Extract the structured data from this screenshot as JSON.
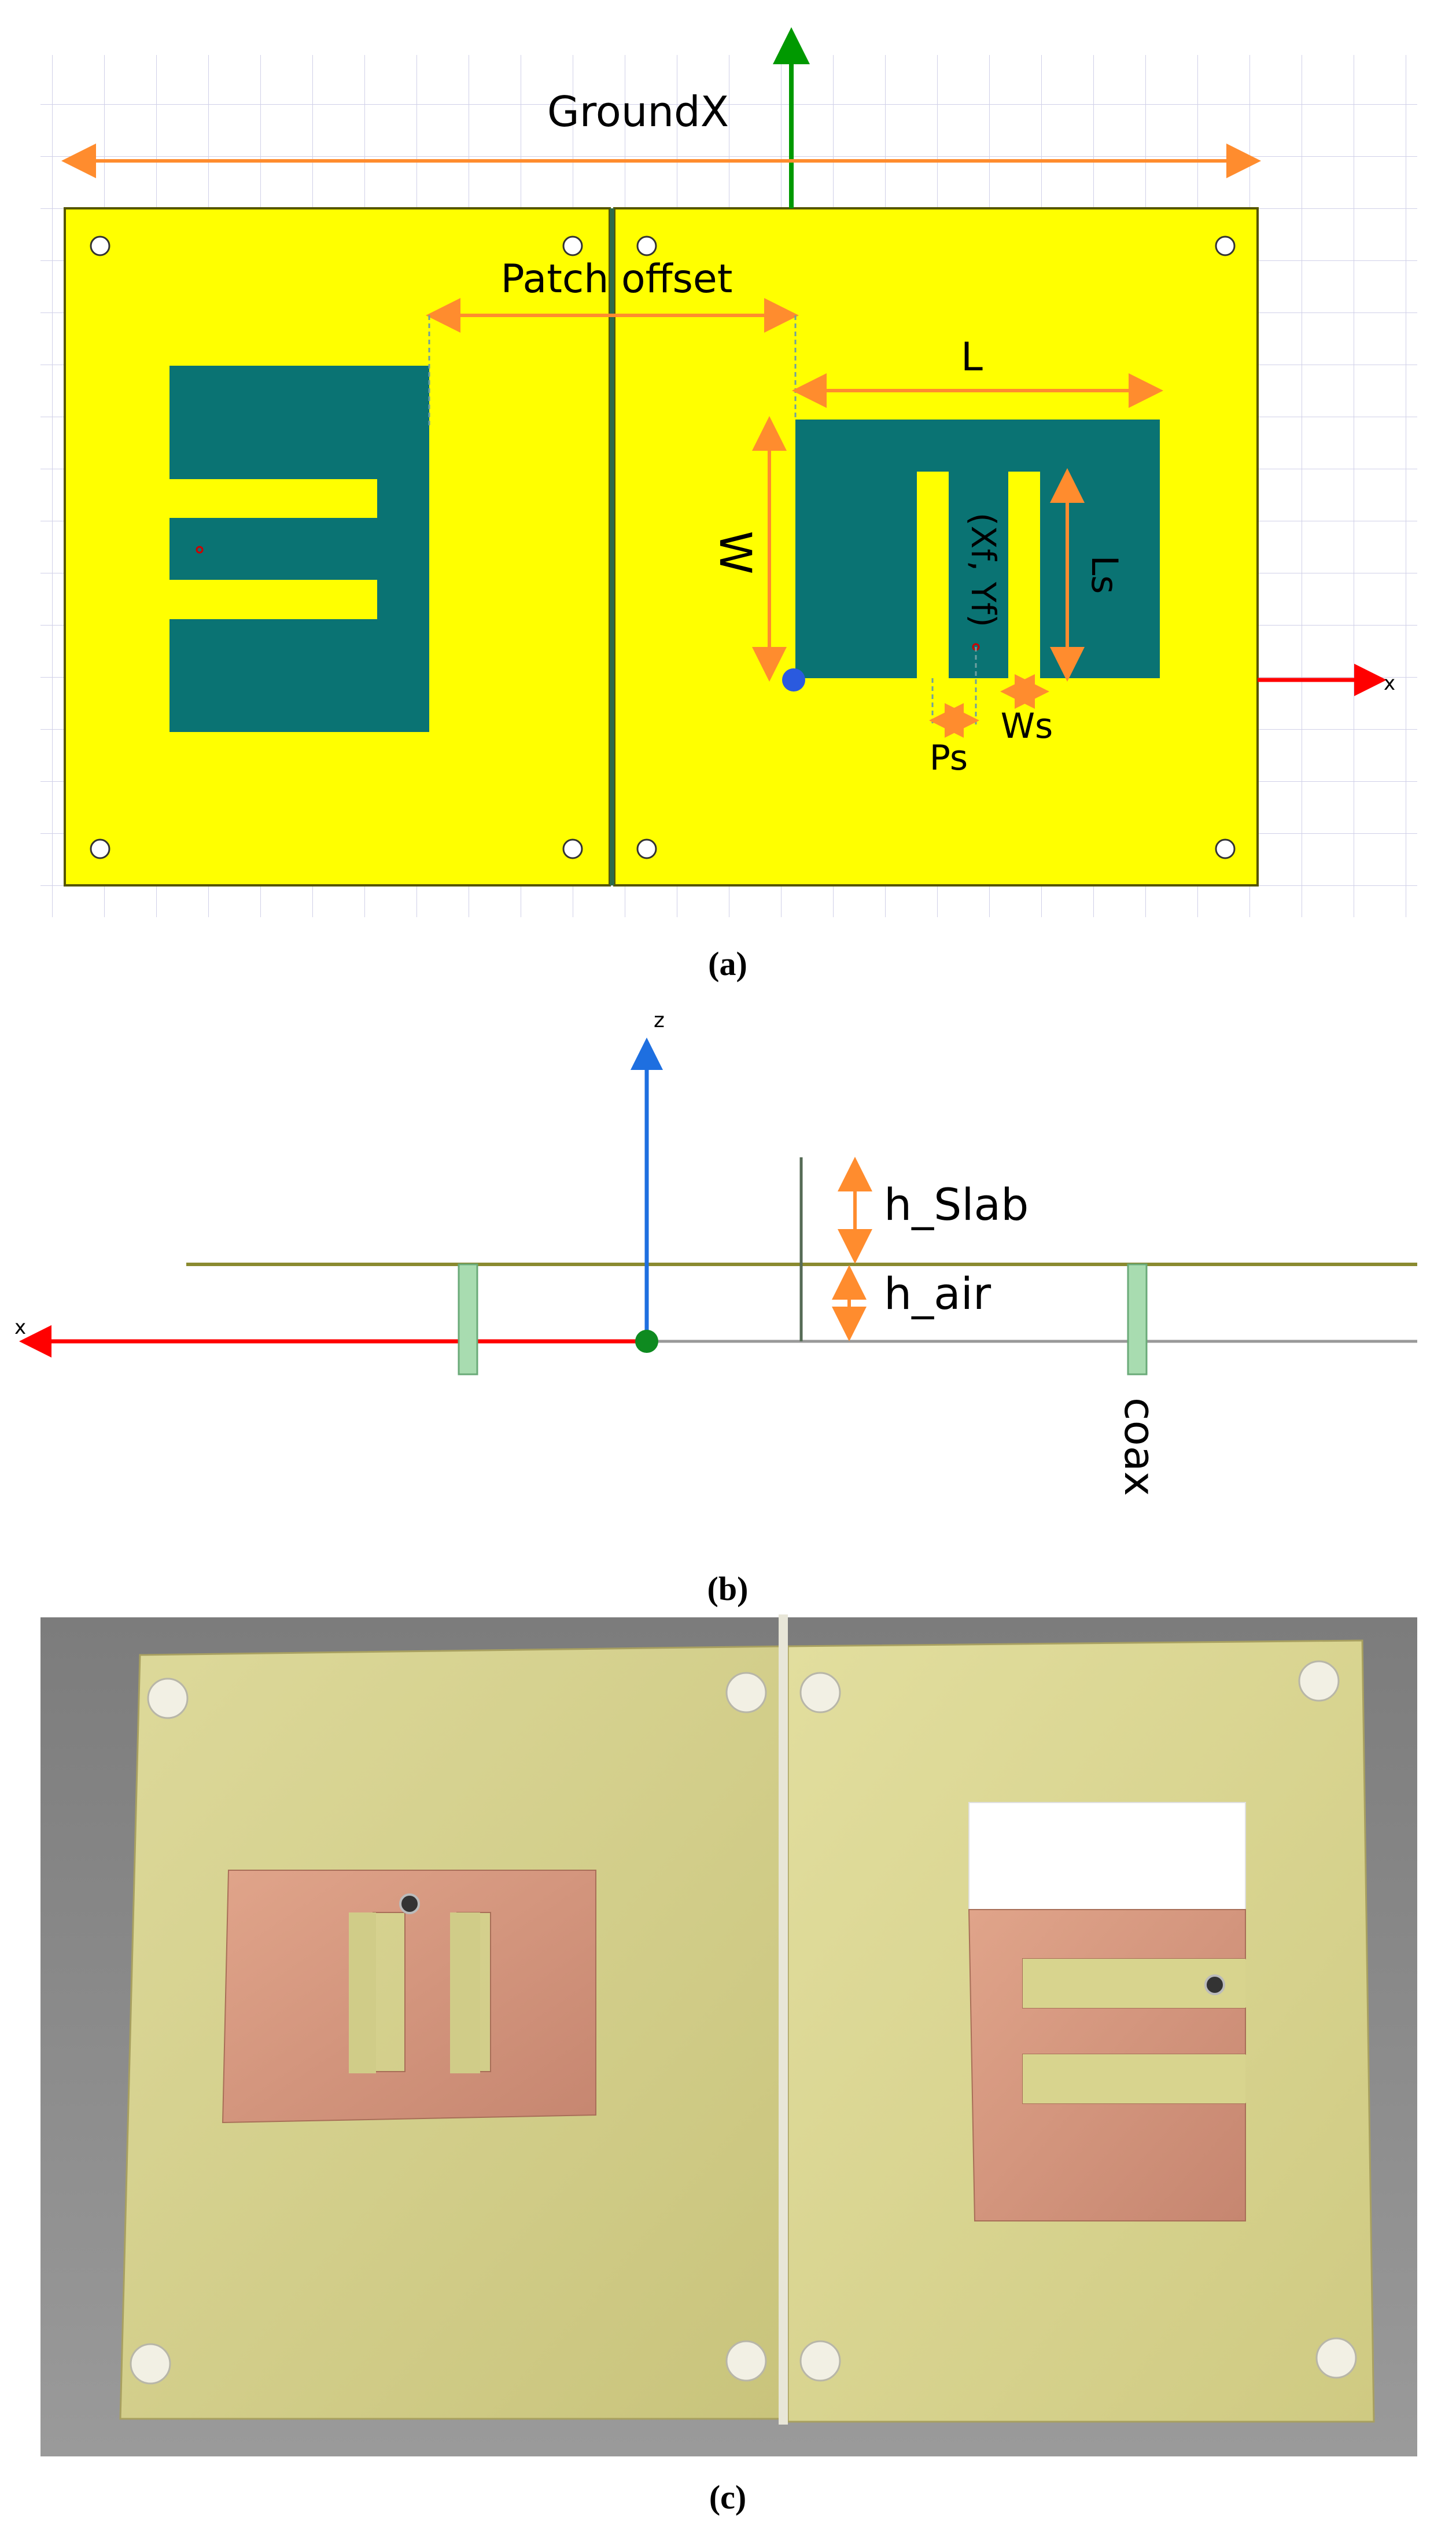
{
  "panel_a": {
    "caption": "(a)",
    "labels": {
      "groundx": "GroundX",
      "patch_offset": "Patch offset",
      "L": "L",
      "W": "W",
      "Ls": "Ls",
      "feed": "(Xf, Yf)",
      "Ps": "Ps",
      "Ws": "Ws",
      "x_axis": "x"
    },
    "colors": {
      "substrate": "#ffff00",
      "patch": "#0a7373",
      "dimension": "#ff8c2e",
      "x_axis": "#ff0000",
      "y_axis": "#009900",
      "grid": "#d0d0e8"
    }
  },
  "panel_b": {
    "caption": "(b)",
    "labels": {
      "h_slab": "h_Slab",
      "h_air": "h_air",
      "coax": "coax",
      "z_axis": "z",
      "x_axis": "x"
    },
    "colors": {
      "slab_line": "#8a8a30",
      "ground_line": "#999999",
      "coax": "#a8dcb0",
      "z_axis": "#1e6fe0",
      "x_axis": "#ff0000"
    }
  },
  "panel_c": {
    "caption": "(c)",
    "description_colors": {
      "board": "#d8d590",
      "copper": "#d49a80",
      "background": "#8a8a8a"
    }
  }
}
